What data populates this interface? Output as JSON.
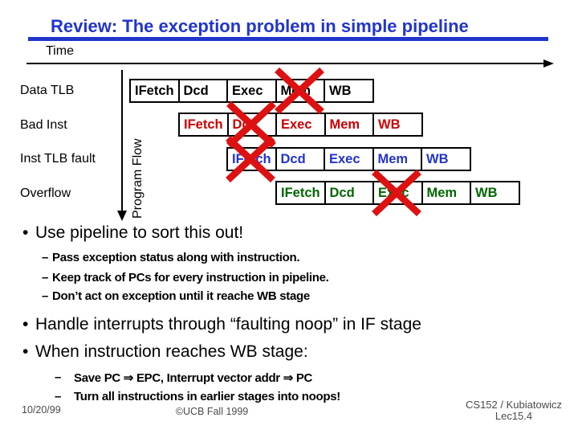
{
  "title": "Review: The exception problem in simple pipeline",
  "colors": {
    "title_blue": "#2135cc",
    "row_text_black": "#000000",
    "row_text_red": "#cc0000",
    "row_text_blue": "#2233cc",
    "row_text_green": "#006600",
    "cross_red": "#dd1111",
    "footer_gray": "#4a4a4a"
  },
  "diagram": {
    "time_label": "Time",
    "program_flow_label": "Program Flow",
    "stages": [
      "IFetch",
      "Dcd",
      "Exec",
      "Mem",
      "WB"
    ],
    "rows": [
      {
        "label": "Data TLB",
        "text_color": "#000000",
        "crossed_stage": "Mem"
      },
      {
        "label": "Bad Inst",
        "text_color": "#cc0000",
        "crossed_stage": "Dcd"
      },
      {
        "label": "Inst TLB fault",
        "text_color": "#2233cc",
        "crossed_stage": "IFetch"
      },
      {
        "label": "Overflow",
        "text_color": "#006600",
        "crossed_stage": "Exec"
      }
    ]
  },
  "bullets": {
    "marker": "•",
    "sub_marker": "–",
    "b1": {
      "text": "Use pipeline to sort this out!",
      "sub1": "Pass exception status along with instruction.",
      "sub2": "Keep track of PCs for every instruction in pipeline.",
      "sub3": "Don’t act on exception until it reache WB stage"
    },
    "b2": {
      "text": "Handle interrupts through “faulting noop” in IF stage"
    },
    "b3": {
      "text": "When instruction reaches WB stage:",
      "sub1": "Save PC ⇒ EPC, Interrupt vector addr ⇒ PC",
      "sub2": "Turn all instructions in earlier stages into noops!"
    }
  },
  "footer": {
    "date": "10/20/99",
    "copyright": "©UCB Fall 1999",
    "course": "CS152 / Kubiatowicz",
    "lecture": "Lec15.4"
  }
}
